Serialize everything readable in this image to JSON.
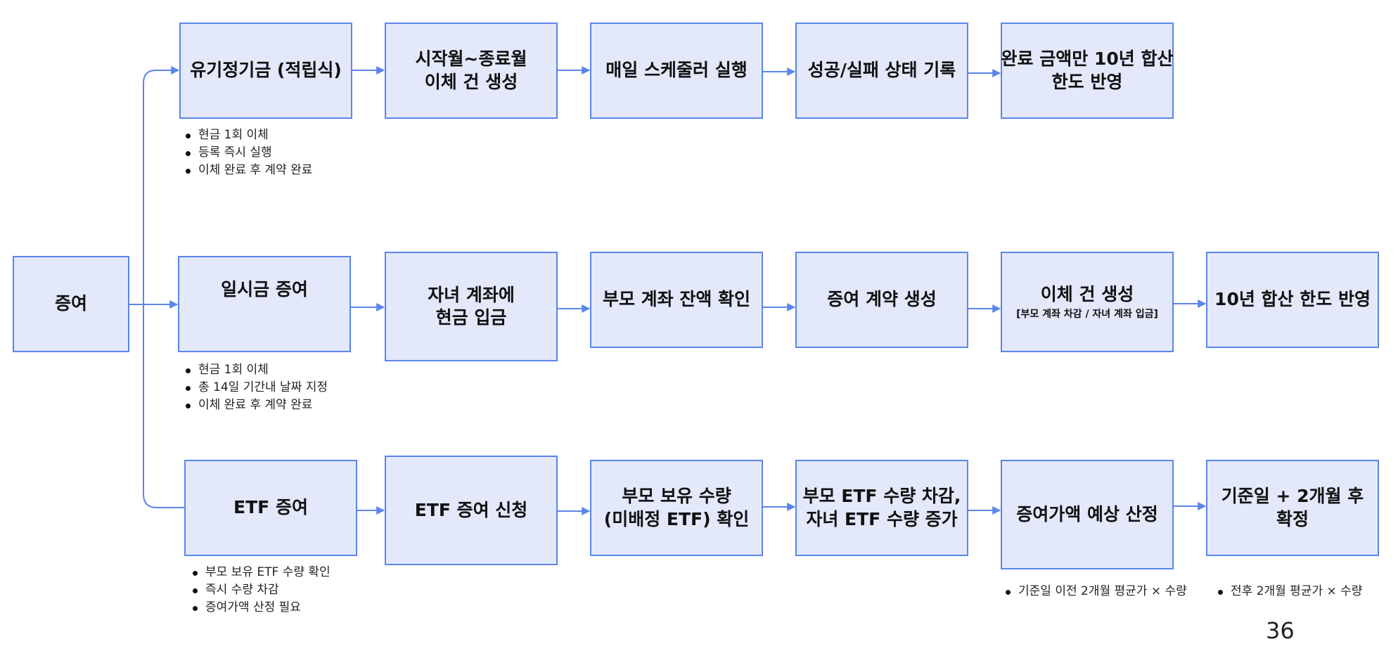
{
  "root": {
    "label": "증여"
  },
  "rows": [
    {
      "id": "installment",
      "steps": [
        {
          "lines": [
            "유기정기금 (적립식)"
          ]
        },
        {
          "lines": [
            "시작월~종료월",
            "이체 건 생성"
          ]
        },
        {
          "lines": [
            "매일 스케줄러 실행"
          ]
        },
        {
          "lines": [
            "성공/실패 상태 기록"
          ]
        },
        {
          "lines": [
            "완료 금액만 10년 합산",
            "한도 반영"
          ]
        }
      ],
      "notes": [
        "현금 1회 이체",
        "등록 즉시 실행",
        "이체 완료 후 계약 완료"
      ]
    },
    {
      "id": "lump-sum",
      "steps": [
        {
          "lines": [
            "일시금 증여"
          ]
        },
        {
          "lines": [
            "자녀 계좌에",
            "현금 입금"
          ]
        },
        {
          "lines": [
            "부모 계좌 잔액 확인"
          ]
        },
        {
          "lines": [
            "증여 계약 생성"
          ]
        },
        {
          "lines": [
            "이체 건 생성"
          ],
          "sub": "[부모 계좌 차감 / 자녀 계좌 입금]"
        },
        {
          "lines": [
            "10년 합산 한도 반영"
          ]
        }
      ],
      "notes": [
        "현금 1회 이체",
        "총 14일 기간내 날짜 지정",
        "이체 완료 후 계약 완료"
      ]
    },
    {
      "id": "etf",
      "steps": [
        {
          "lines": [
            "ETF 증여"
          ]
        },
        {
          "lines": [
            "ETF 증여 신청"
          ]
        },
        {
          "lines": [
            "부모 보유 수량",
            "(미배정 ETF) 확인"
          ]
        },
        {
          "lines": [
            "부모 ETF 수량 차감,",
            "자녀 ETF 수량 증가"
          ]
        },
        {
          "lines": [
            "증여가액 예상 산정"
          ]
        },
        {
          "lines": [
            "기준일 + 2개월 후",
            "확정"
          ]
        }
      ],
      "notes": [
        "부모 보유 ETF 수량 확인",
        "즉시 수량 차감",
        "증여가액 산정 필요"
      ],
      "valuation_notes": [
        "기준일 이전 2개월 평균가 × 수량",
        "전후 2개월 평균가 × 수량"
      ]
    }
  ],
  "page_number": "36",
  "colors": {
    "box_fill": "#e3e8fb",
    "box_border": "#5b85ea",
    "arrow": "#5b85ea"
  }
}
